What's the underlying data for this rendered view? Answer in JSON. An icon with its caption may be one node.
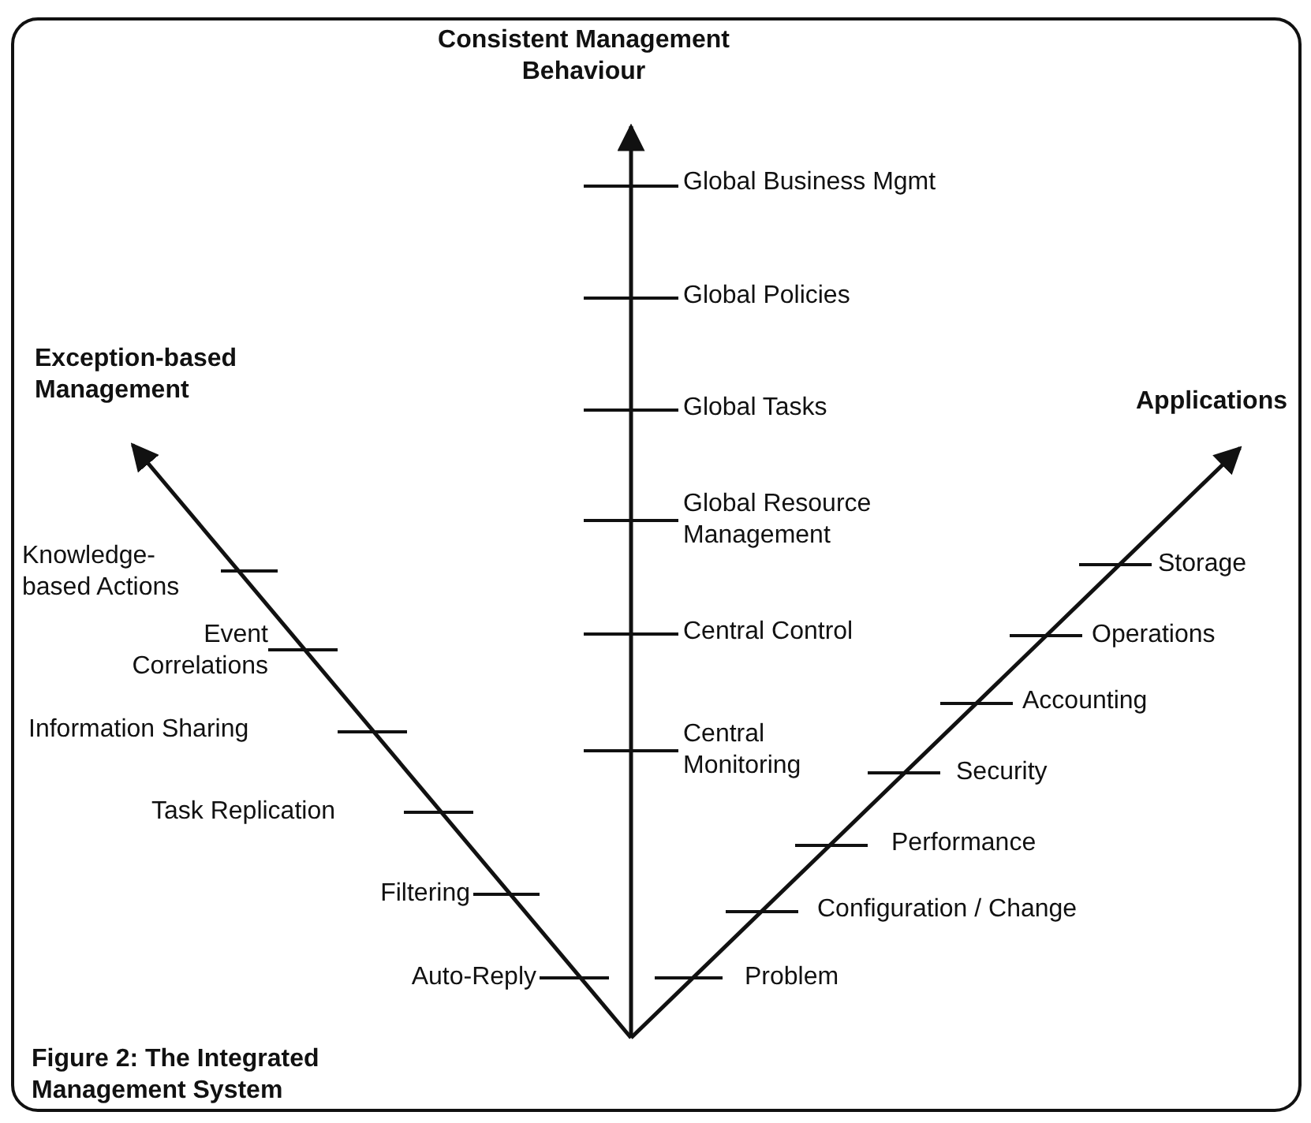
{
  "diagram": {
    "caption": "Figure 2: The Integrated Management System",
    "labels": [
      "Consistent Management Behaviour",
      "Global Business Mgmt",
      "Global Policies",
      "Exception-based Management",
      "Global Tasks",
      "Applications",
      "Global Resource Management",
      "Knowledge-based Actions",
      "Storage",
      "Event Correlations",
      "Central Control",
      "Operations",
      "Accounting",
      "Information Sharing",
      "Central Monitoring",
      "Security",
      "Task Replication",
      "Performance",
      "Filtering",
      "Configuration / Change",
      "Auto-Reply",
      "Problem"
    ]
  }
}
